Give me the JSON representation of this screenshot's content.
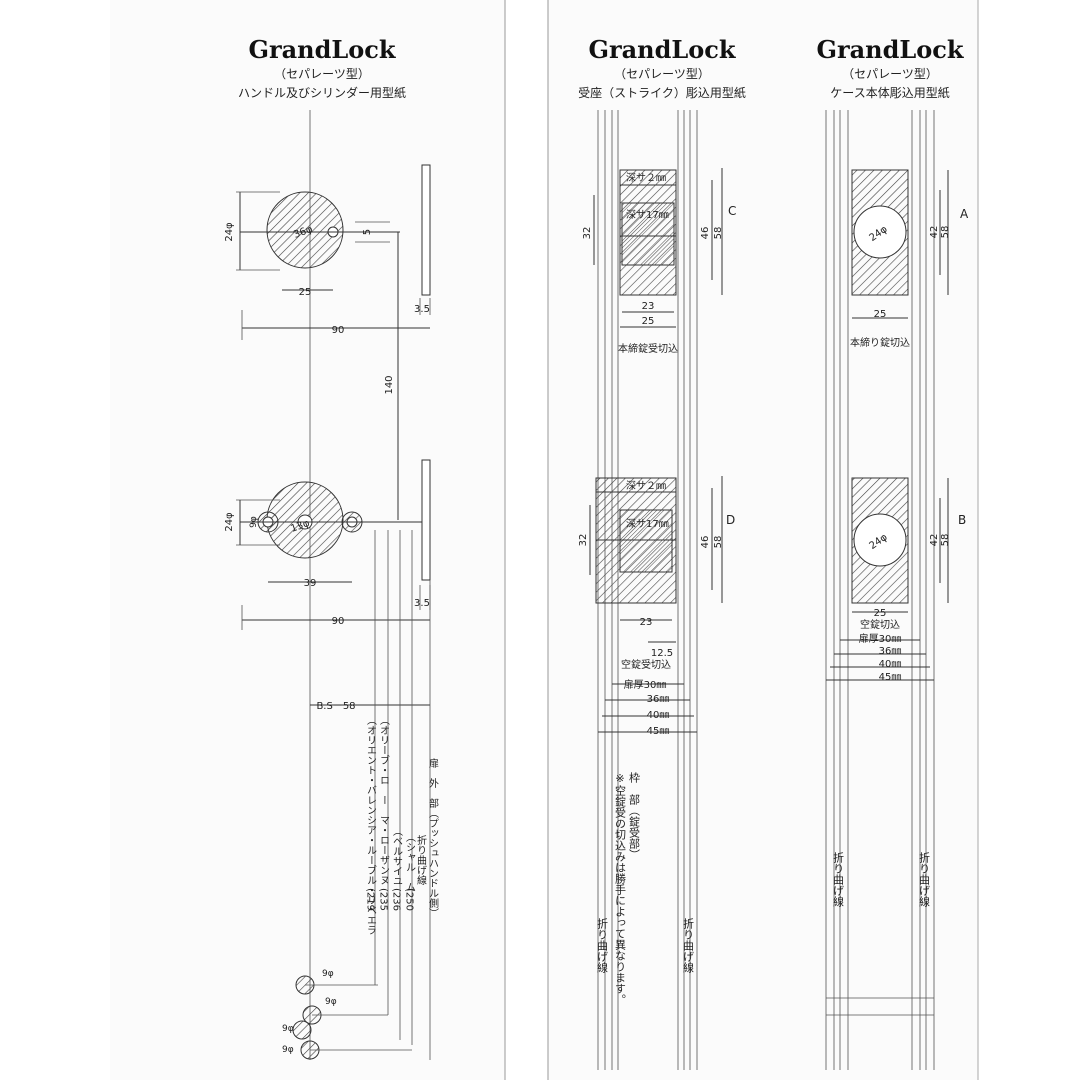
{
  "sheet1": {
    "brand": "GrandLock",
    "type": "（セパレーツ型）",
    "title": "ハンドル及びシリンダー用型紙",
    "dims": {
      "d24_top": "24φ",
      "d36": "36φ",
      "d5": "5",
      "d25": "25",
      "d35_top": "3.5",
      "d90_top": "90",
      "d140": "140",
      "d24_bot": "24φ",
      "d13": "13φ",
      "d9": "9φ",
      "d39": "39",
      "d35_bot": "3.5",
      "d90_bot": "90",
      "bs": "B.S－58"
    },
    "models": [
      "（オリエント・バレンシア・ルーブル・リベエラ",
      "（オリーブ・ロ　ー　マ・ローザンヌ",
      "（ベルサイユ",
      "（シャル　ム",
      "(219",
      "(235",
      "(236",
      "(250"
    ],
    "door_outside": "扉　外　部（プッシュハンドル側）",
    "fold_line": "折り曲げ線",
    "holes": [
      "9φ",
      "9φ",
      "9φ",
      "9φ"
    ]
  },
  "sheet2": {
    "brand": "GrandLock",
    "type": "（セパレーツ型）",
    "title": "受座（ストライク）彫込用型紙",
    "depth2_c": "深サ２㎜",
    "depth17_c": "深サ17㎜",
    "label_c": "C",
    "d32_c": "32",
    "d46_c": "46",
    "d58_c": "58",
    "d23_c": "23",
    "d25_c": "25",
    "caption_c": "本締錠受切込",
    "depth2_d": "深サ２㎜",
    "depth17_d": "深サ17㎜",
    "label_d": "D",
    "d32_d": "32",
    "d46_d": "46",
    "d58_d": "58",
    "d23_d": "23",
    "d125": "12.5",
    "caption_d": "空錠受切込",
    "door_thickness": [
      "扉厚30㎜",
      "36㎜",
      "40㎜",
      "45㎜"
    ],
    "frame": "枠　部（錠受部）",
    "note": "※空錠受の切込みは勝手によって異なります。",
    "fold_left": "折り曲げ線",
    "fold_right": "折り曲げ線"
  },
  "sheet3": {
    "brand": "GrandLock",
    "type": "（セパレーツ型）",
    "title": "ケース本体彫込用型紙",
    "label_a": "A",
    "d24_a": "24φ",
    "d42_a": "42",
    "d58_a": "58",
    "d25_a": "25",
    "caption_a": "本締り錠切込",
    "label_b": "B",
    "d24_b": "24φ",
    "d42_b": "42",
    "d58_b": "58",
    "d25_b": "25",
    "caption_b": "空錠切込",
    "door_thickness": [
      "扉厚30㎜",
      "36㎜",
      "40㎜",
      "45㎜"
    ],
    "fold_left": "折り曲げ線",
    "fold_right": "折り曲げ線"
  }
}
